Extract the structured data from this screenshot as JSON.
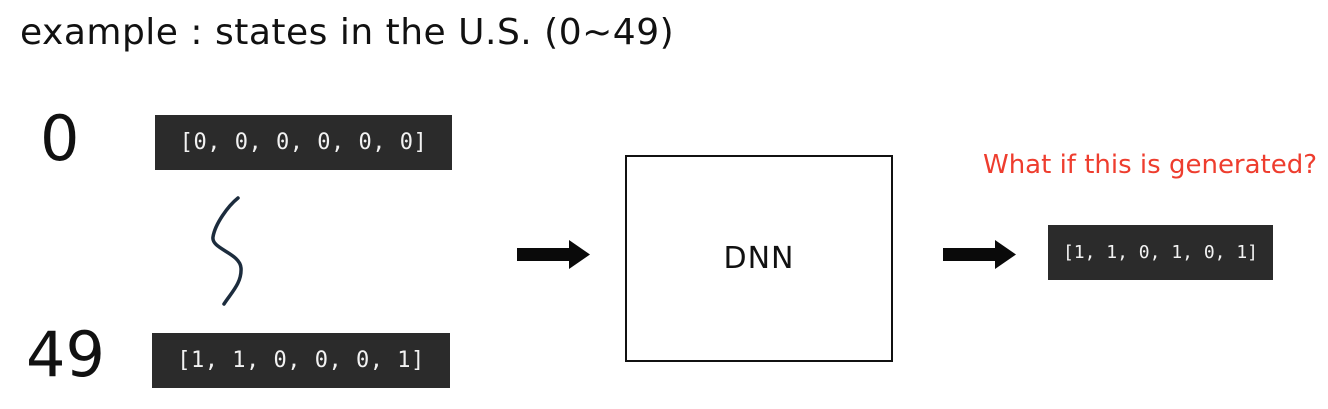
{
  "title": "example : states in the U.S. (0~49)",
  "encoding": {
    "first_state": {
      "index": "0",
      "vector": "[0, 0, 0, 0, 0, 0]"
    },
    "last_state": {
      "index": "49",
      "vector": "[1, 1, 0, 0, 0, 1]"
    },
    "between_icon": "continuation-squiggle-icon"
  },
  "model": {
    "label": "DNN"
  },
  "flow": {
    "input_arrow_icon": "arrow-right-icon",
    "output_arrow_icon": "arrow-right-icon"
  },
  "output": {
    "annotation": "What if this is generated?",
    "vector": "[1, 1, 0, 1, 0, 1]"
  },
  "colors": {
    "background": "#ffffff",
    "ink": "#111111",
    "vector-box-bg": "#2b2b2b",
    "vector-box-text": "#f2f2f2",
    "annotation": "#ee3d2e",
    "squiggle": "#1c2c3d",
    "arrow": "#0a0a0a"
  }
}
